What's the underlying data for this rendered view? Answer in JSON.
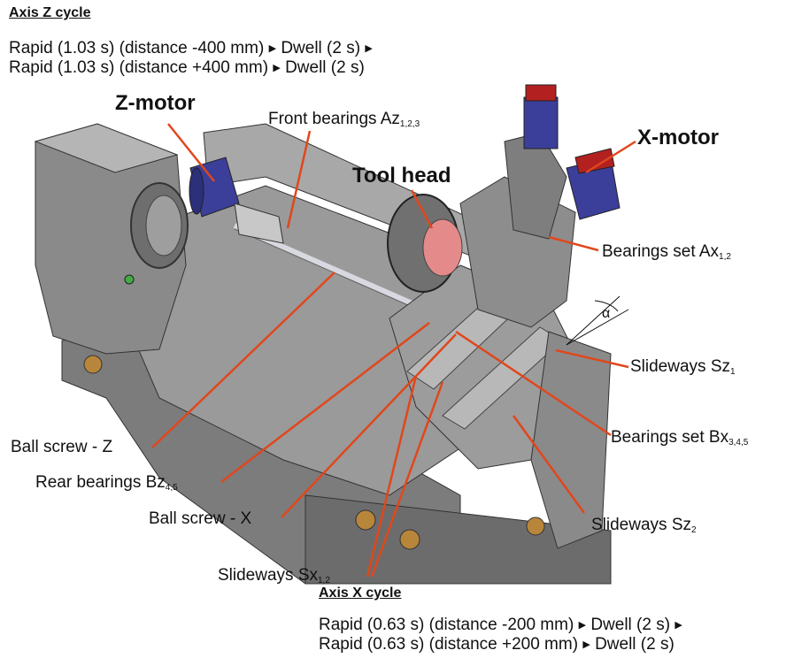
{
  "axis_z": {
    "title": "Axis Z cycle",
    "line1": [
      "Rapid (1.03 s) (distance -400 mm)",
      "Dwell (2 s)"
    ],
    "line2": [
      "Rapid (1.03 s) (distance +400 mm)",
      "Dwell (2 s)"
    ]
  },
  "axis_x": {
    "title": "Axis X cycle",
    "line1": [
      "Rapid (0.63 s) (distance -200 mm)",
      "Dwell (2 s)"
    ],
    "line2": [
      "Rapid (0.63 s) (distance +200 mm)",
      "Dwell (2 s)"
    ]
  },
  "labels": {
    "z_motor": "Z-motor",
    "x_motor": "X-motor",
    "tool_head": "Tool head",
    "front_bearings": {
      "text": "Front bearings Az",
      "sub": "1,2,3"
    },
    "bearings_ax": {
      "text": "Bearings set Ax",
      "sub": "1,2"
    },
    "alpha": "α",
    "slideways_sz1": {
      "text": "Slideways Sz",
      "sub": "1"
    },
    "bearings_bx": {
      "text": "Bearings set Bx",
      "sub": "3,4,5"
    },
    "ball_screw_z": "Ball screw - Z",
    "rear_bearings": {
      "text": "Rear bearings Bz",
      "sub": "4,5"
    },
    "ball_screw_x": "Ball screw - X",
    "slideways_sz2": {
      "text": "Slideways Sz",
      "sub": "2"
    },
    "slideways_sx": {
      "text": "Slideways Sx",
      "sub": "1,2"
    }
  },
  "colors": {
    "leader": "#e0471c",
    "machine_body": "#8e8e8e",
    "machine_dark": "#5a5a5a",
    "motor_blue": "#3b3f9a",
    "motor_red": "#b32020",
    "tool_head_pink": "#e58a8a",
    "hole_bronze": "#b8863b",
    "ball_screw": "#d8d8e0"
  }
}
